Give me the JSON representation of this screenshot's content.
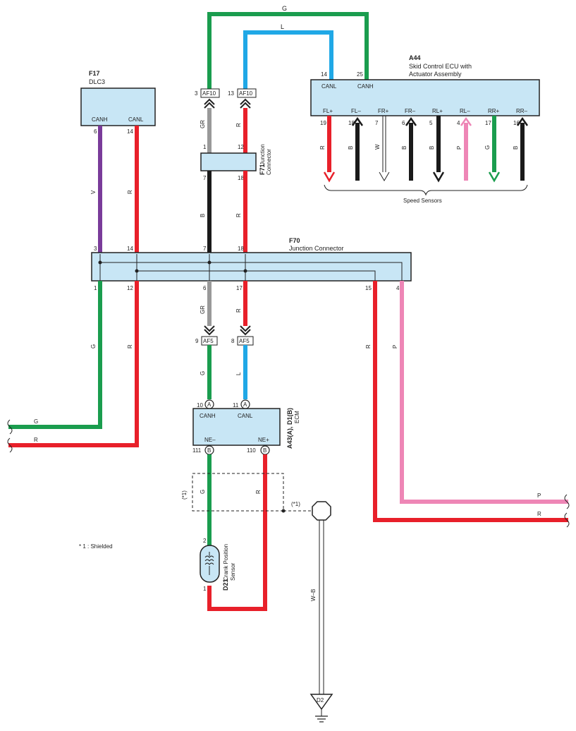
{
  "components": {
    "f17": {
      "id": "F17",
      "name": "DLC3",
      "canh": "CANH",
      "canl": "CANL"
    },
    "a44": {
      "id": "A44",
      "name_line1": "Skid Control ECU with",
      "name_line2": "Actuator Assembly",
      "canl": "CANL",
      "canh": "CANH",
      "pins": [
        "FL+",
        "FL–",
        "FR+",
        "FR–",
        "RL+",
        "RL–",
        "RR+",
        "RR–"
      ],
      "pin_numbers": [
        "19",
        "18",
        "7",
        "6",
        "5",
        "4",
        "17",
        "16"
      ],
      "pin_wire_colors": [
        "R",
        "B",
        "W",
        "B",
        "B",
        "P",
        "G",
        "B"
      ],
      "speed_sensors": "Speed Sensors"
    },
    "f71": {
      "id": "F71",
      "name_line1": "Junction",
      "name_line2": "Connector"
    },
    "f70": {
      "id": "F70",
      "name": "Junction Connector"
    },
    "ecm": {
      "id": "A43(A), D1(B)",
      "name": "ECM",
      "canh": "CANH",
      "canl": "CANL",
      "ne_minus": "NE–",
      "ne_plus": "NE+"
    },
    "d21": {
      "id": "D21",
      "name_line1": "Crank Position",
      "name_line2": "Sensor"
    },
    "ground": {
      "id": "D2"
    }
  },
  "connectors": {
    "af10": "AF10",
    "af5": "AF5",
    "pin_a": "A",
    "pin_b": "B"
  },
  "pin_numbers": {
    "top_g": "G",
    "top_l": "L",
    "a44_canl": "14",
    "a44_canh": "25",
    "af10_left": "3",
    "af10_right": "13",
    "f71_top_left": "1",
    "f71_top_right": "12",
    "f71_bot_left": "7",
    "f71_bot_right": "18",
    "f17_canh": "6",
    "f17_canl": "14",
    "f70_top_3": "3",
    "f70_top_14": "14",
    "f70_top_7": "7",
    "f70_top_18": "18",
    "f70_bot_1": "1",
    "f70_bot_12": "12",
    "f70_bot_6": "6",
    "f70_bot_17": "17",
    "f70_bot_15": "15",
    "f70_bot_4": "4",
    "af5_left": "9",
    "af5_right": "8",
    "ecm_canh": "10",
    "ecm_canl": "11",
    "ecm_ne_minus": "111",
    "ecm_ne_plus": "110",
    "d21_top": "2",
    "d21_bot": "1"
  },
  "wire_labels": {
    "gr_upper": "GR",
    "r_upper": "R",
    "b_f71": "B",
    "r_f71": "R",
    "v_f17": "V",
    "r_f17": "R",
    "gr_lower": "GR",
    "r_lower": "R",
    "g_af5": "G",
    "l_af5": "L",
    "g_left": "G",
    "r_left": "R",
    "r_15": "R",
    "p_4": "P",
    "g_left_end": "G",
    "r_left_end": "R",
    "p_right_end": "P",
    "r_right_end": "R",
    "g_d21": "G",
    "r_d21": "R",
    "wb_ground": "W–B"
  },
  "shield": {
    "marker": "(*1)",
    "note": "* 1 : Shielded"
  },
  "colors": {
    "green": "#1a9d4e",
    "red": "#e8202a",
    "blue": "#20a8e6",
    "gray": "#999999",
    "black": "#1a1a1a",
    "violet": "#7a3b9a",
    "pink": "#ee86b6",
    "box_fill": "#c8e6f5"
  }
}
